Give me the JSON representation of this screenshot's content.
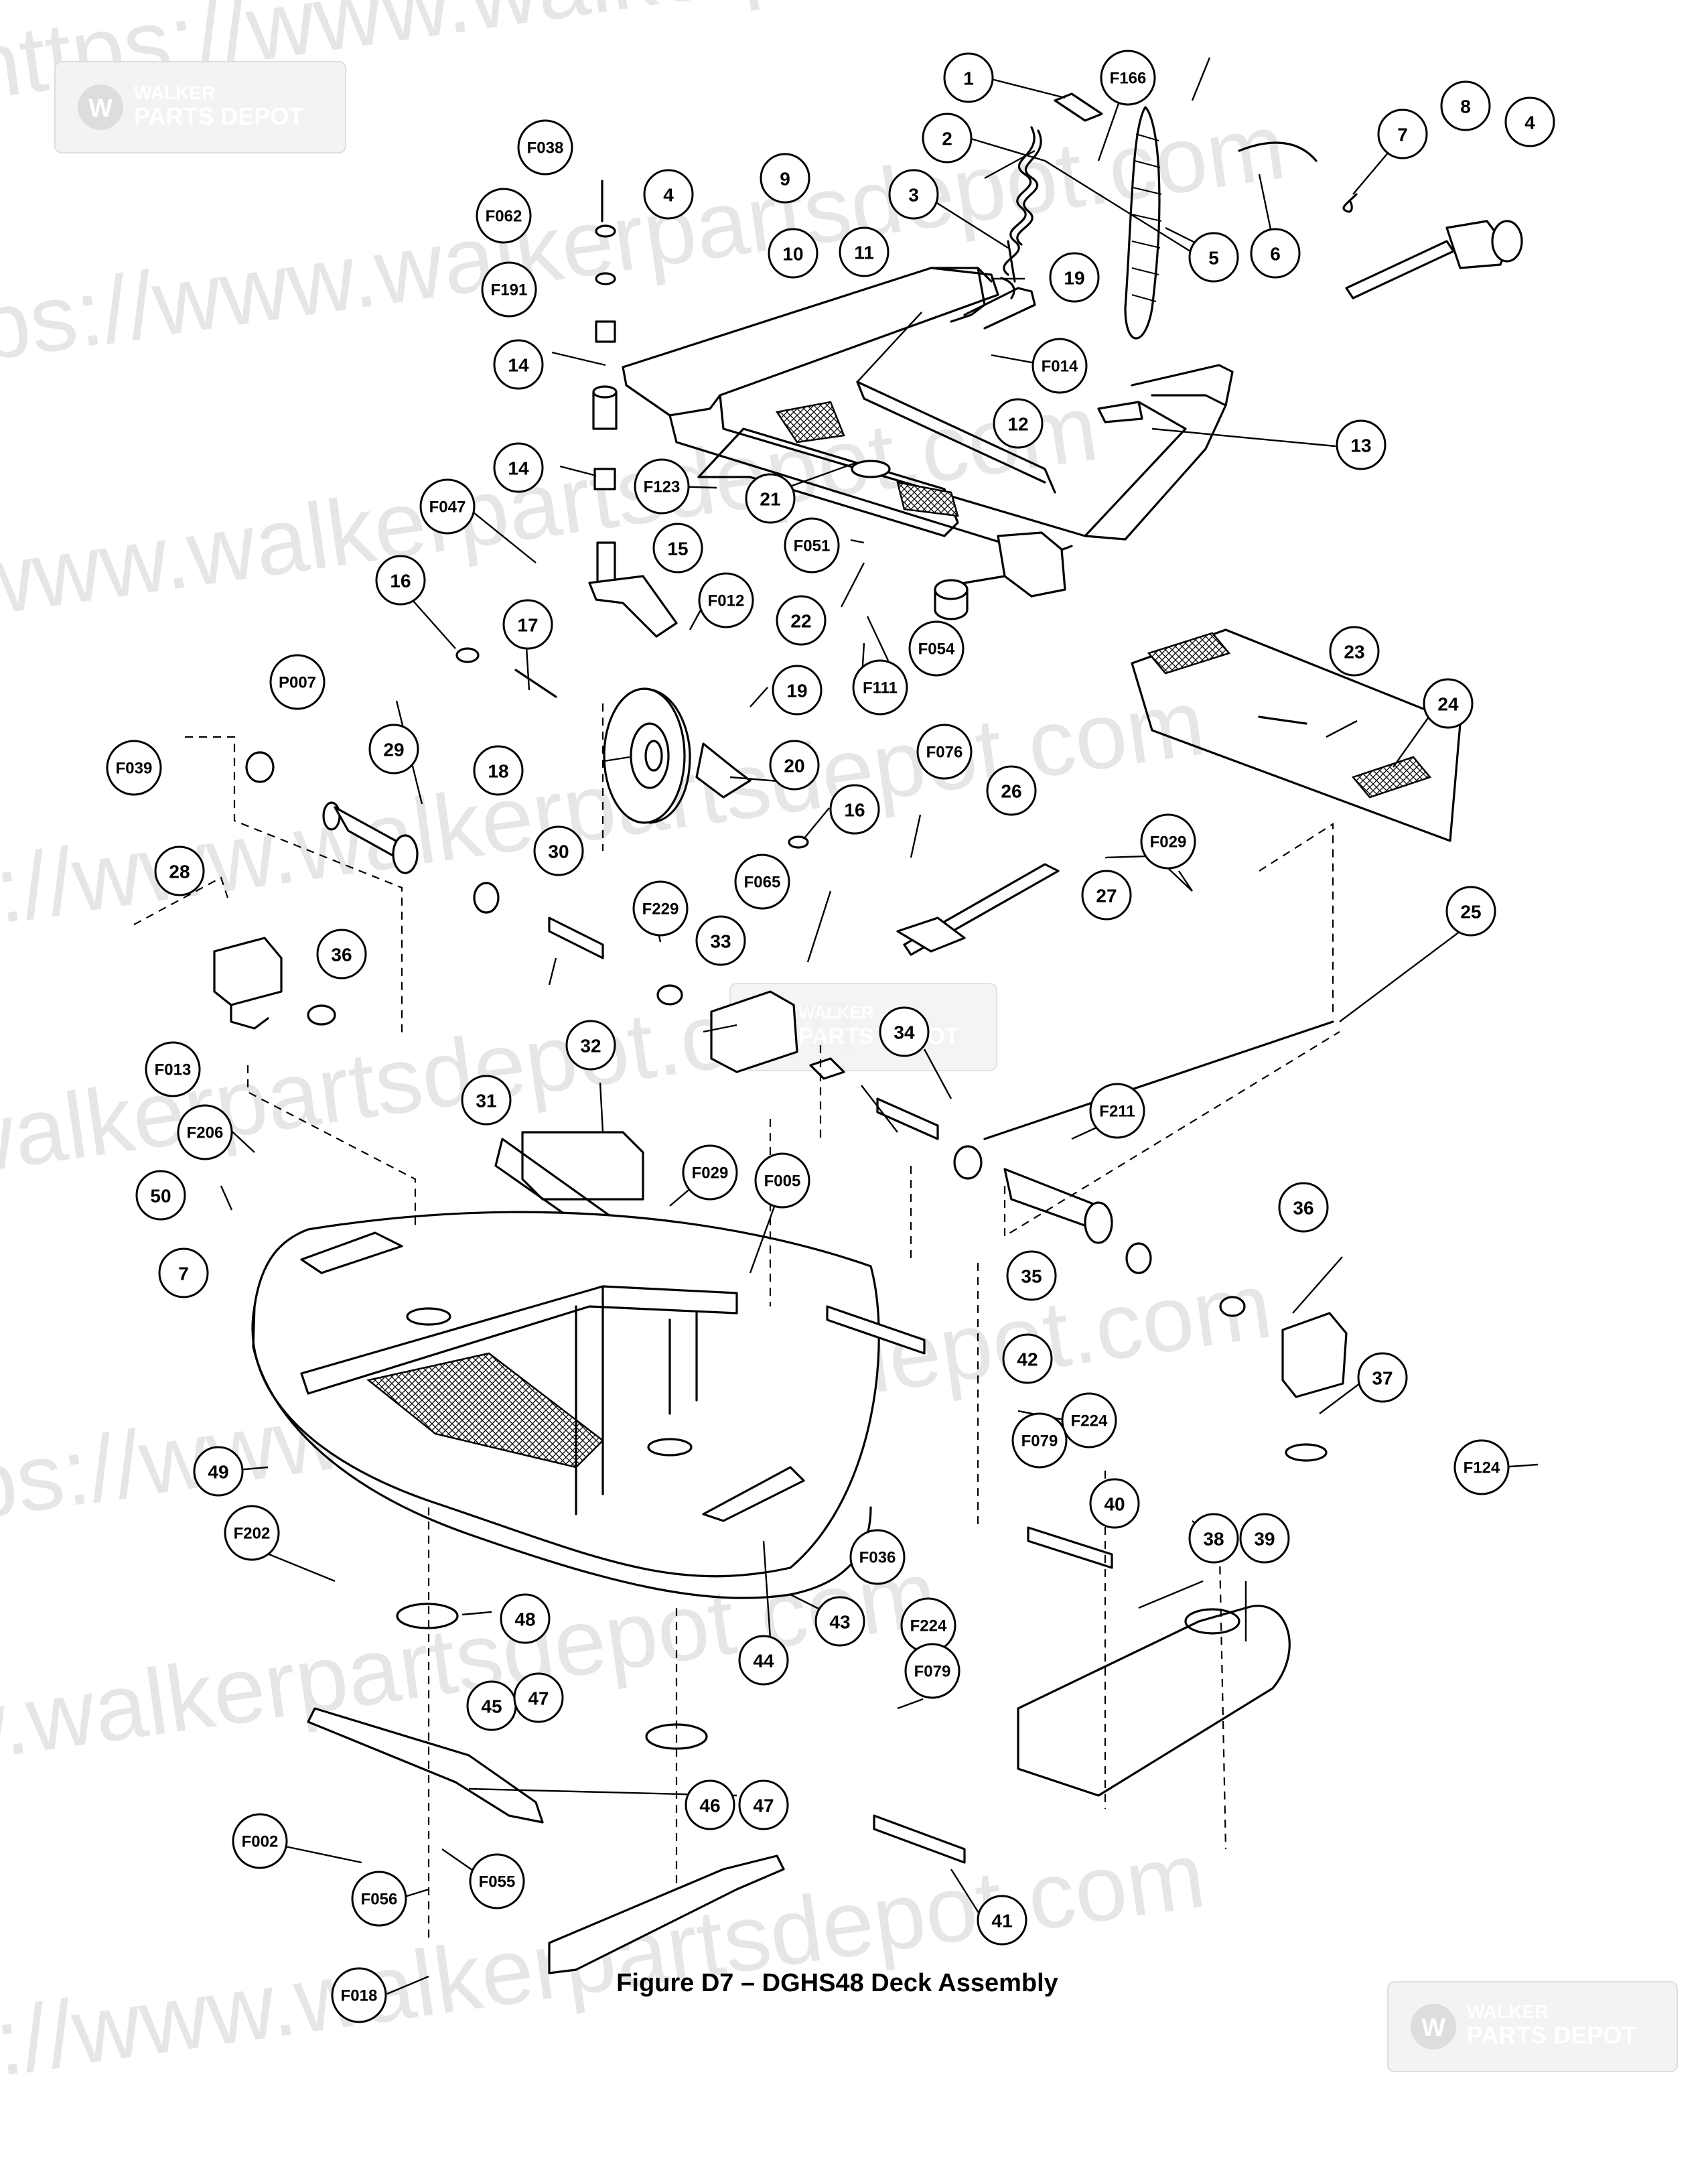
{
  "caption": "Figure D7 – DGHS48 Deck Assembly",
  "watermark": {
    "url_text": "https://www.walkerpartsdepot.com",
    "logo_line1": "WALKER",
    "logo_line2": "PARTS DEPOT",
    "logo_mark": "W"
  },
  "colors": {
    "line": "#000000",
    "background": "#ffffff",
    "watermark": "#e6e6e6"
  },
  "callouts": [
    {
      "id": "c1",
      "label": "1"
    },
    {
      "id": "cF166",
      "label": "F166"
    },
    {
      "id": "c2",
      "label": "2"
    },
    {
      "id": "c3",
      "label": "3"
    },
    {
      "id": "c5",
      "label": "5"
    },
    {
      "id": "c6",
      "label": "6"
    },
    {
      "id": "c7a",
      "label": "7"
    },
    {
      "id": "c8",
      "label": "8"
    },
    {
      "id": "c4a",
      "label": "4"
    },
    {
      "id": "cF038",
      "label": "F038"
    },
    {
      "id": "c9",
      "label": "9"
    },
    {
      "id": "c4b",
      "label": "4"
    },
    {
      "id": "cF062",
      "label": "F062"
    },
    {
      "id": "c10",
      "label": "10"
    },
    {
      "id": "c11",
      "label": "11"
    },
    {
      "id": "cF191",
      "label": "F191"
    },
    {
      "id": "c19a",
      "label": "19"
    },
    {
      "id": "cF014",
      "label": "F014"
    },
    {
      "id": "c14a",
      "label": "14"
    },
    {
      "id": "c12",
      "label": "12"
    },
    {
      "id": "c13",
      "label": "13"
    },
    {
      "id": "c14b",
      "label": "14"
    },
    {
      "id": "cF123",
      "label": "F123"
    },
    {
      "id": "c21",
      "label": "21"
    },
    {
      "id": "cF047",
      "label": "F047"
    },
    {
      "id": "cF051",
      "label": "F051"
    },
    {
      "id": "c15",
      "label": "15"
    },
    {
      "id": "c16a",
      "label": "16"
    },
    {
      "id": "cF012",
      "label": "F012"
    },
    {
      "id": "c22",
      "label": "22"
    },
    {
      "id": "cF054",
      "label": "F054"
    },
    {
      "id": "c17",
      "label": "17"
    },
    {
      "id": "cF111",
      "label": "F111"
    },
    {
      "id": "c23",
      "label": "23"
    },
    {
      "id": "cP007",
      "label": "P007"
    },
    {
      "id": "c19b",
      "label": "19"
    },
    {
      "id": "c24",
      "label": "24"
    },
    {
      "id": "cF039",
      "label": "F039"
    },
    {
      "id": "c29",
      "label": "29"
    },
    {
      "id": "c18",
      "label": "18"
    },
    {
      "id": "c20",
      "label": "20"
    },
    {
      "id": "cF076",
      "label": "F076"
    },
    {
      "id": "c26",
      "label": "26"
    },
    {
      "id": "c16b",
      "label": "16"
    },
    {
      "id": "cF029a",
      "label": "F029"
    },
    {
      "id": "c28",
      "label": "28"
    },
    {
      "id": "c30",
      "label": "30"
    },
    {
      "id": "cF065",
      "label": "F065"
    },
    {
      "id": "c27",
      "label": "27"
    },
    {
      "id": "c25",
      "label": "25"
    },
    {
      "id": "cF229",
      "label": "F229"
    },
    {
      "id": "c36a",
      "label": "36"
    },
    {
      "id": "c33",
      "label": "33"
    },
    {
      "id": "c34",
      "label": "34"
    },
    {
      "id": "c32",
      "label": "32"
    },
    {
      "id": "cF013",
      "label": "F013"
    },
    {
      "id": "cF211",
      "label": "F211"
    },
    {
      "id": "c31",
      "label": "31"
    },
    {
      "id": "cF206",
      "label": "F206"
    },
    {
      "id": "cF029b",
      "label": "F029"
    },
    {
      "id": "cF005",
      "label": "F005"
    },
    {
      "id": "c50",
      "label": "50"
    },
    {
      "id": "c36b",
      "label": "36"
    },
    {
      "id": "c35",
      "label": "35"
    },
    {
      "id": "c7b",
      "label": "7"
    },
    {
      "id": "c42",
      "label": "42"
    },
    {
      "id": "c37",
      "label": "37"
    },
    {
      "id": "cF224a",
      "label": "F224"
    },
    {
      "id": "cF079a",
      "label": "F079"
    },
    {
      "id": "c49",
      "label": "49"
    },
    {
      "id": "cF124",
      "label": "F124"
    },
    {
      "id": "c40",
      "label": "40"
    },
    {
      "id": "cF202",
      "label": "F202"
    },
    {
      "id": "c38",
      "label": "38"
    },
    {
      "id": "c39",
      "label": "39"
    },
    {
      "id": "cF036",
      "label": "F036"
    },
    {
      "id": "c48",
      "label": "48"
    },
    {
      "id": "c43",
      "label": "43"
    },
    {
      "id": "c44",
      "label": "44"
    },
    {
      "id": "cF224b",
      "label": "F224"
    },
    {
      "id": "cF079b",
      "label": "F079"
    },
    {
      "id": "c45",
      "label": "45"
    },
    {
      "id": "c47a",
      "label": "47"
    },
    {
      "id": "cF002",
      "label": "F002"
    },
    {
      "id": "c46",
      "label": "46"
    },
    {
      "id": "c47b",
      "label": "47"
    },
    {
      "id": "cF055",
      "label": "F055"
    },
    {
      "id": "cF056",
      "label": "F056"
    },
    {
      "id": "c41",
      "label": "41"
    },
    {
      "id": "cF018",
      "label": "F018"
    }
  ]
}
